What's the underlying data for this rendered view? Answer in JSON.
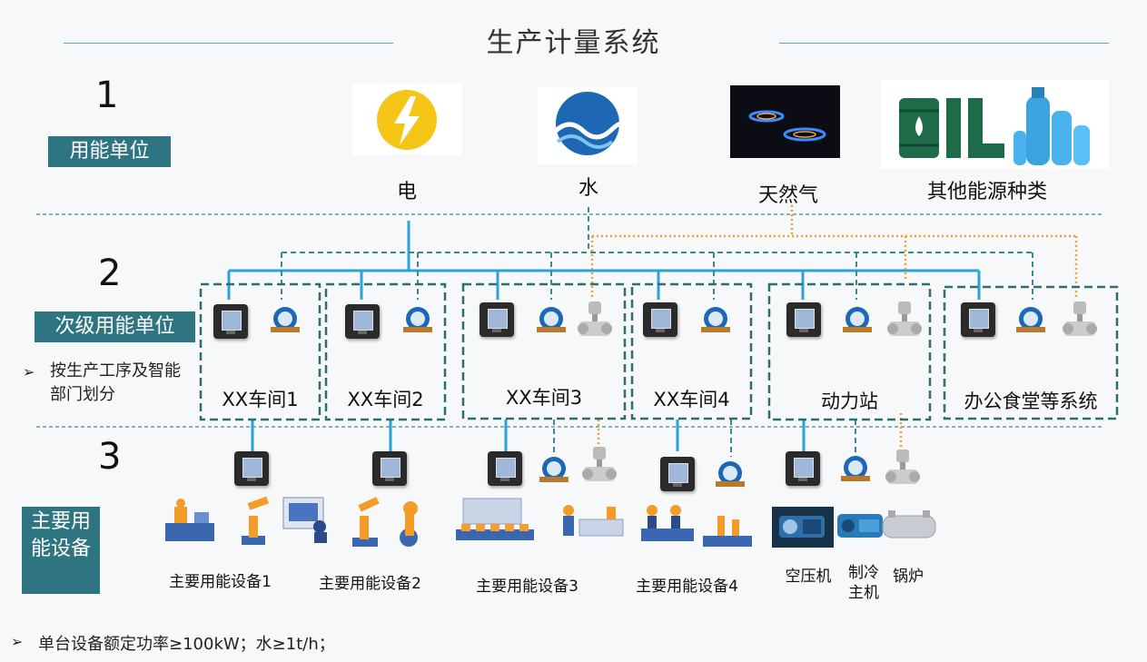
{
  "title": "生产计量系统",
  "levels": {
    "n1": "1",
    "n2": "2",
    "n3": "3"
  },
  "tags": {
    "level1": "用能单位",
    "level2": "次级用能单位",
    "level3": "主要用能设备"
  },
  "level2_note": "按生产工序及智能部门划分",
  "energy_types": [
    {
      "label": "电",
      "icon": "lightning-icon",
      "color": "#f5c518"
    },
    {
      "label": "水",
      "icon": "water-icon",
      "color": "#1d67b5"
    },
    {
      "label": "天然气",
      "icon": "gas-flame-icon",
      "color": "#3d8cff"
    },
    {
      "label": "其他能源种类",
      "icon": "oil-gas-cylinder-icon",
      "color": "#1e6b4a"
    }
  ],
  "units": [
    {
      "label": "XX车间1"
    },
    {
      "label": "XX车间2"
    },
    {
      "label": "XX车间3"
    },
    {
      "label": "XX车间4"
    },
    {
      "label": "动力站"
    },
    {
      "label": "办公食堂等系统"
    }
  ],
  "equipment": [
    {
      "label": "主要用能设备1"
    },
    {
      "label": "主要用能设备2"
    },
    {
      "label": "主要用能设备3"
    },
    {
      "label": "主要用能设备4"
    },
    {
      "label": "空压机"
    },
    {
      "label": "制冷主机"
    },
    {
      "label": "锅炉"
    }
  ],
  "footnote": "单台设备额定功率≥100kW；水≥1t/h；",
  "colors": {
    "electric_line": "#2aa3d8",
    "water_line": "#3a8a92",
    "gas_line": "#f0a030",
    "tag_bg": "#2f7581",
    "box_border": "#2f6e6e"
  }
}
